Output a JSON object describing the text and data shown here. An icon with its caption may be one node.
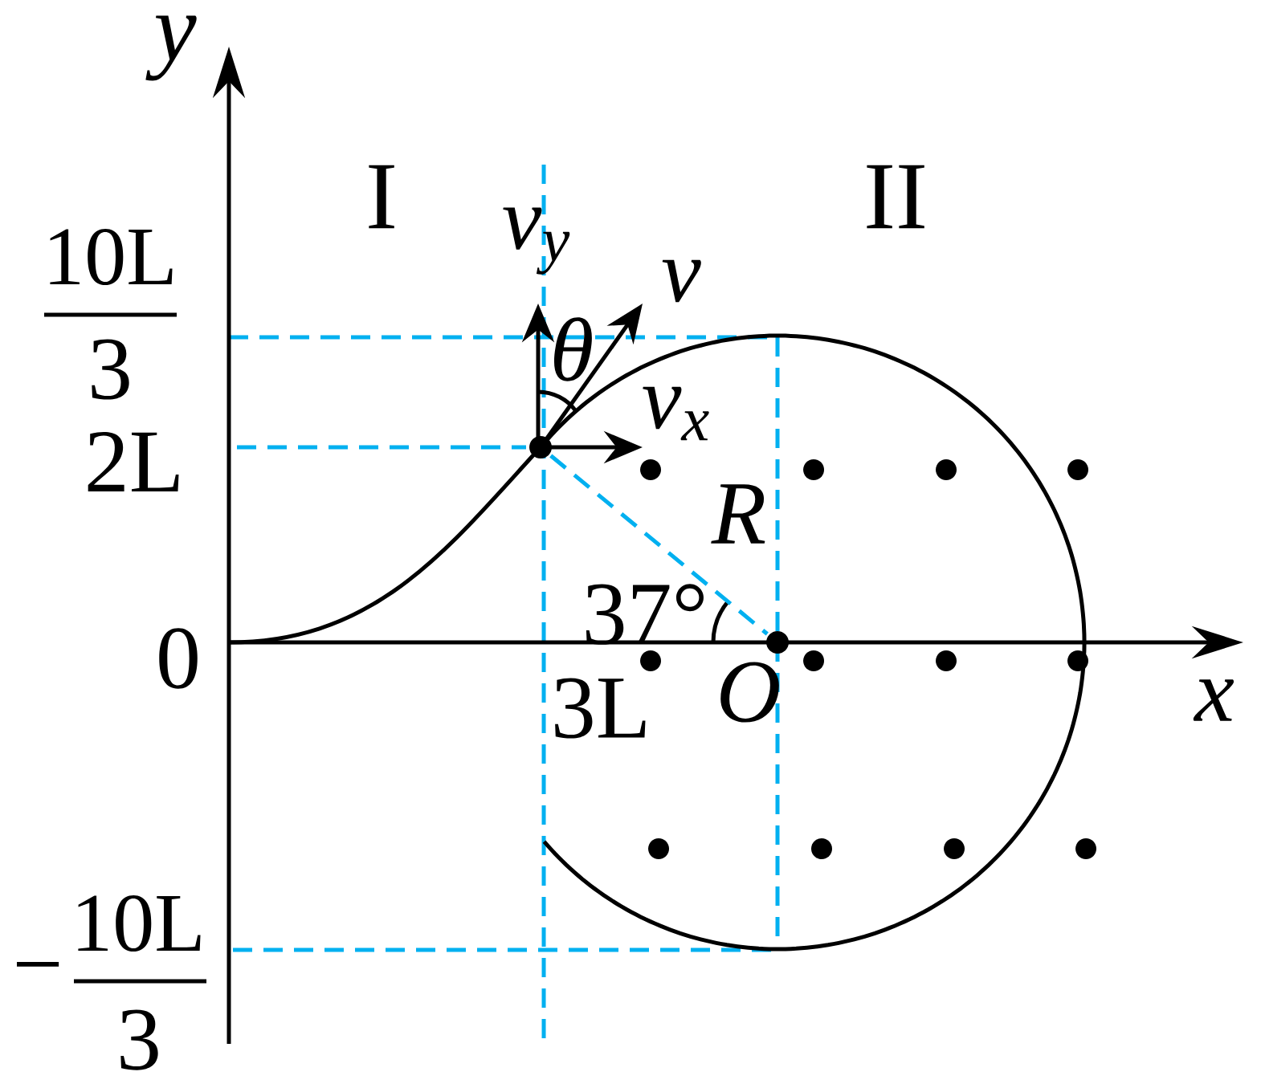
{
  "diagram": {
    "nodes": [
      {
        "text": [],
        "shape": "circle"
      },
      {
        "text": [],
        "shape": "circle",
        "beside": [
          "O"
        ]
      }
    ],
    "edges": [
      {
        "from": 0,
        "to": 1,
        "arrow": "none",
        "label": "R",
        "style": "dashed",
        "color": "#00b0f0"
      }
    ],
    "labels": [
      "y",
      "I",
      "II",
      "v$_{y}$",
      "v",
      "θ",
      "v$_{x}$",
      "10L",
      "3",
      "2L",
      "0",
      "37°",
      "3L",
      "x",
      "−",
      "10L",
      "3"
    ]
  }
}
